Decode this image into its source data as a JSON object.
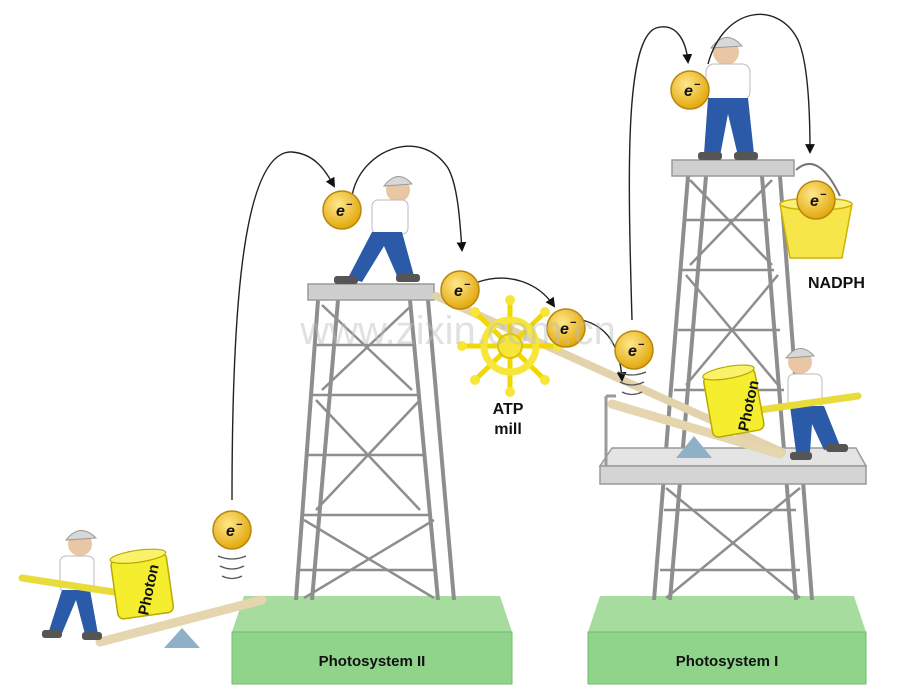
{
  "labels": {
    "photosystem_ii": "Photosystem II",
    "photosystem_i": "Photosystem I",
    "atp_line1": "ATP",
    "atp_line2": "mill",
    "nadph": "NADPH",
    "photon_left": "Photon",
    "photon_right": "Photon",
    "electron_symbol": "e",
    "electron_charge": "−",
    "watermark": "www.zixin.com.cn"
  },
  "colors": {
    "tower": "#9a9a9a",
    "tower_dark": "#7b7b7b",
    "platform": "#cfcfcf",
    "base": "#8fd48a",
    "base_dark": "#6fbf6a",
    "electron": "#f2c21b",
    "electron_edge": "#b8860b",
    "hammer": "#f5ee2e",
    "shirt": "#ffffff",
    "jeans": "#2a5aa8",
    "helmet": "#d8d8d8",
    "mill": "#f7e93b",
    "bucket": "#f6e64a",
    "plank": "#e8d9b5"
  }
}
